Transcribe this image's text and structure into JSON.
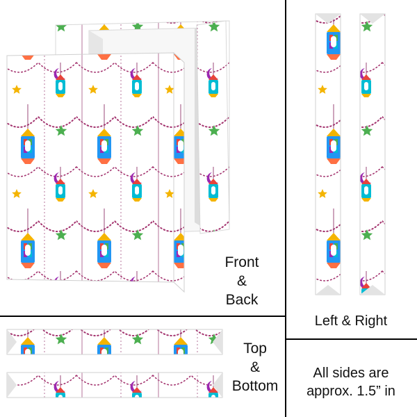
{
  "labels": {
    "front_back": "Front\n&\nBack",
    "left_right": "Left & Right",
    "top_bottom": "Top\n&\nBottom",
    "note": "All sides are\napprox. 1.5” in"
  },
  "colors": {
    "background": "#ffffff",
    "divider": "#000000",
    "canvas_edge": "#d8d8d8",
    "string_dots": "#a3336e",
    "chain": "#9b4a7a",
    "lantern_palette": [
      "#e8443a",
      "#f4b400",
      "#4caf50",
      "#2196f3",
      "#9c27b0",
      "#00bcd4",
      "#ff7043"
    ]
  },
  "icons": [
    "lantern-icon",
    "crescent-moon-icon",
    "star-icon"
  ]
}
